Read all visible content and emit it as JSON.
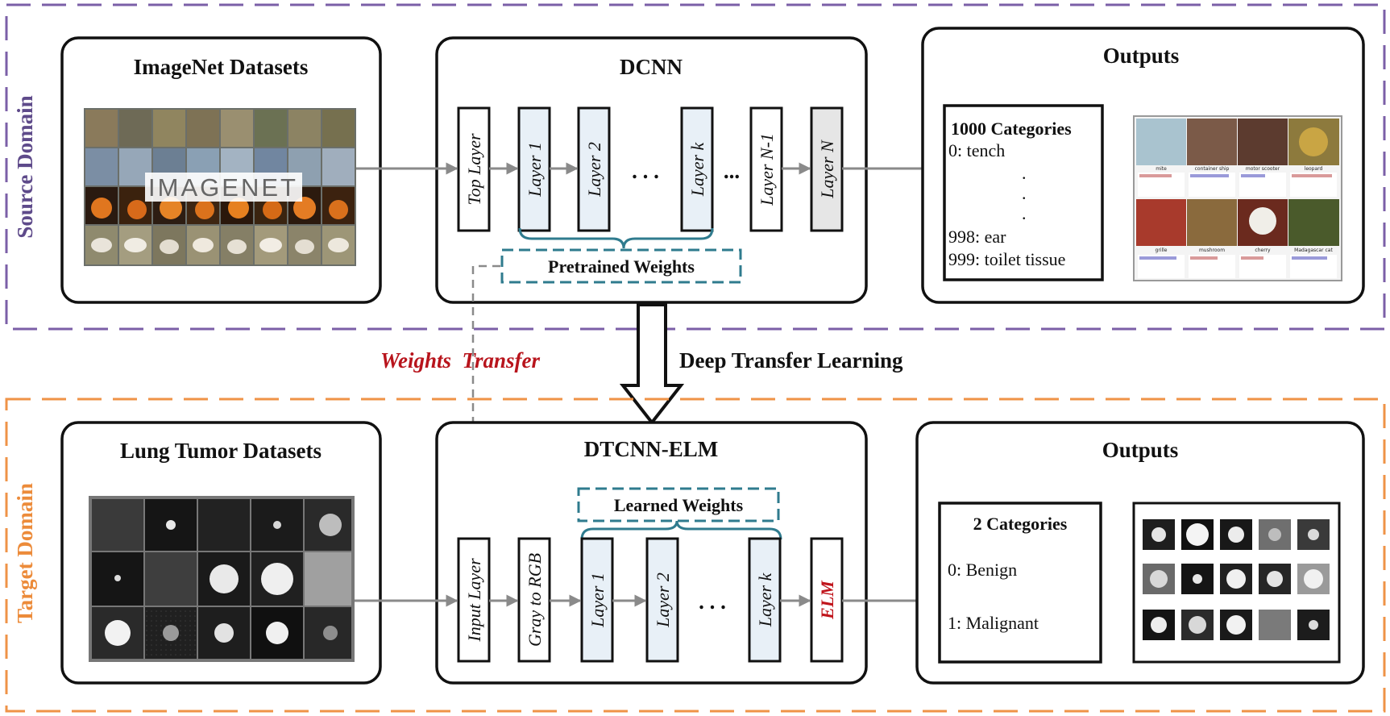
{
  "colors": {
    "source_border": "#7b5fa7",
    "target_border": "#ef9347",
    "weights_border": "#2f7b8e",
    "weights_transfer_text": "#b8141c",
    "layer_fill": "#e8f0f7",
    "elm_text": "#c0141b",
    "arrow": "#8a8a8a"
  },
  "source_domain": {
    "label": "Source Domain",
    "input_box": {
      "title": "ImageNet Datasets",
      "logo_text": "IMAGENET"
    },
    "model_box": {
      "title": "DCNN",
      "layers": [
        "Top Layer",
        "Layer 1",
        "Layer 2",
        "Layer k",
        "Layer N-1",
        "Layer N"
      ],
      "ellipsis_1": ". . .",
      "ellipsis_2": "...",
      "weights_label": "Pretrained Weights"
    },
    "output_box": {
      "title": "Outputs",
      "categories_title": "1000 Categories",
      "category_first": "0: tench",
      "dots": ".",
      "category_998": "998: ear",
      "category_999": "999: toilet tissue",
      "sample_labels": [
        "mite",
        "container ship",
        "motor scooter",
        "leopard",
        "grille",
        "mushroom",
        "cherry",
        "Madagascar cat"
      ]
    }
  },
  "middle": {
    "weights_transfer": "Weights  Transfer",
    "deep_transfer_learning": "Deep Transfer Learning"
  },
  "target_domain": {
    "label": "Target Domain",
    "input_box": {
      "title": "Lung Tumor Datasets"
    },
    "model_box": {
      "title": "DTCNN-ELM",
      "layers": [
        "Input Layer",
        "Gray to RGB",
        "Layer 1",
        "Layer 2",
        "Layer k",
        "ELM"
      ],
      "ellipsis": ". . .",
      "weights_label": "Learned Weights"
    },
    "output_box": {
      "title": "Outputs",
      "categories_title": "2 Categories",
      "category_0": "0: Benign",
      "category_1": "1: Malignant"
    }
  }
}
